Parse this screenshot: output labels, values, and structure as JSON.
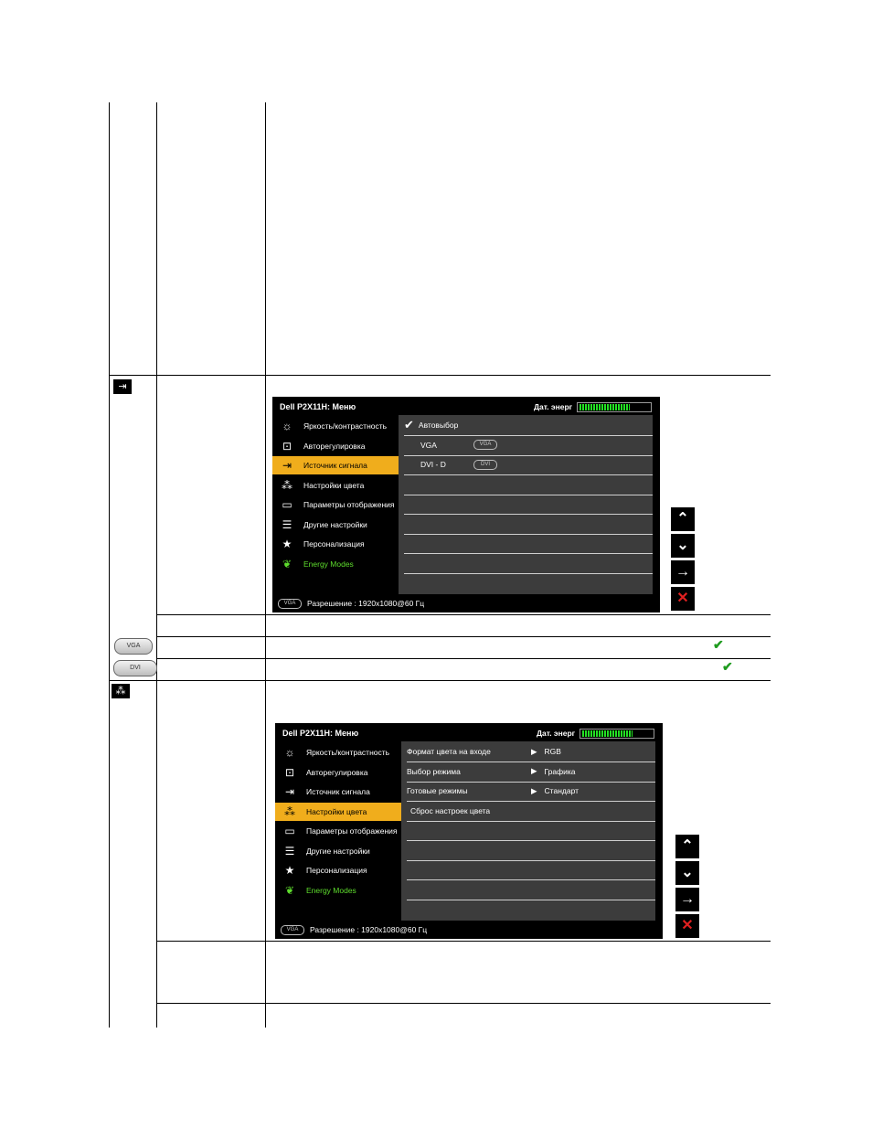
{
  "osd1": {
    "title": "Dell P2X11H: Меню",
    "energy_label": "Дат. энерг",
    "energy_level": 0.72,
    "menu": [
      {
        "icon": "brightness-icon",
        "glyph": "☼",
        "label": "Яркость/контрастность"
      },
      {
        "icon": "auto-adjust-icon",
        "glyph": "⊡",
        "label": "Авторегулировка"
      },
      {
        "icon": "input-source-icon",
        "glyph": "⇥",
        "label": "Источник сигнала"
      },
      {
        "icon": "color-settings-icon",
        "glyph": "⁂",
        "label": "Настройки цвета"
      },
      {
        "icon": "display-settings-icon",
        "glyph": "▭",
        "label": "Параметры отображения"
      },
      {
        "icon": "other-settings-icon",
        "glyph": "☰",
        "label": "Другие настройки"
      },
      {
        "icon": "personalize-icon",
        "glyph": "★",
        "label": "Персонализация"
      },
      {
        "icon": "energy-icon",
        "glyph": "❦",
        "label": "Energy Modes"
      }
    ],
    "selected_index": 2,
    "right": [
      {
        "label": "Автовыбор",
        "check": "✔"
      },
      {
        "label": "VGA",
        "connector": "VGA"
      },
      {
        "label": "DVI - D",
        "connector": "DVI"
      }
    ],
    "footer_connector": "VGA",
    "footer": "Разрешение : 1920x1080@60 Гц"
  },
  "osd2": {
    "title": "Dell P2X11H: Меню",
    "energy_label": "Дат. энерг",
    "energy_level": 0.72,
    "menu": [
      {
        "icon": "brightness-icon",
        "glyph": "☼",
        "label": "Яркость/контрастность"
      },
      {
        "icon": "auto-adjust-icon",
        "glyph": "⊡",
        "label": "Авторегулировка"
      },
      {
        "icon": "input-source-icon",
        "glyph": "⇥",
        "label": "Источник сигнала"
      },
      {
        "icon": "color-settings-icon",
        "glyph": "⁂",
        "label": "Настройки цвета"
      },
      {
        "icon": "display-settings-icon",
        "glyph": "▭",
        "label": "Параметры отображения"
      },
      {
        "icon": "other-settings-icon",
        "glyph": "☰",
        "label": "Другие настройки"
      },
      {
        "icon": "personalize-icon",
        "glyph": "★",
        "label": "Персонализация"
      },
      {
        "icon": "energy-icon",
        "glyph": "❦",
        "label": "Energy Modes"
      }
    ],
    "selected_index": 3,
    "right": [
      {
        "label": "Формат цвета на входе",
        "value": "RGB"
      },
      {
        "label": "Выбор режима",
        "value": "Графика"
      },
      {
        "label": "Готовые режимы",
        "value": "Стандарт"
      },
      {
        "label": "Сброс настроек цвета"
      }
    ],
    "footer_connector": "VGA",
    "footer": "Разрешение : 1920x1080@60 Гц"
  },
  "nav": {
    "up": "⌃",
    "down": "⌄",
    "enter": "→",
    "exit": "✕"
  },
  "icons": {
    "input_source": "⇥",
    "color_settings": "⁂",
    "vga_port": "VGA",
    "dvi_port": "DVI",
    "check": "✔"
  }
}
